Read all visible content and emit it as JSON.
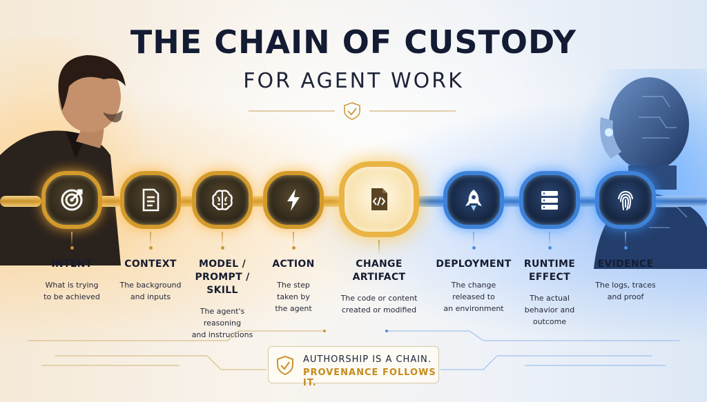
{
  "header": {
    "title": "THE CHAIN OF CUSTODY",
    "subtitle": "FOR AGENT WORK"
  },
  "colors": {
    "gold": "#d39a2c",
    "blue": "#3e82d8",
    "dark_text": "#141c34",
    "accent_text": "#c48a1c"
  },
  "steps": [
    {
      "title": "INTENT",
      "desc": [
        "What is trying",
        "to be achieved"
      ],
      "icon": "target-icon",
      "tone": "gold"
    },
    {
      "title": "CONTEXT",
      "desc": [
        "The background",
        "and inputs"
      ],
      "icon": "document-icon",
      "tone": "gold"
    },
    {
      "title": [
        "MODEL /",
        "PROMPT /",
        "SKILL"
      ],
      "desc": [
        "The agent's",
        "reasoning",
        "and instructions"
      ],
      "icon": "brain-icon",
      "tone": "gold"
    },
    {
      "title": "ACTION",
      "desc": [
        "The step",
        "taken by",
        "the agent"
      ],
      "icon": "lightning-icon",
      "tone": "gold"
    },
    {
      "title": [
        "CHANGE",
        "ARTIFACT"
      ],
      "desc": [
        "The code or content",
        "created or modified"
      ],
      "icon": "code-file-icon",
      "tone": "center"
    },
    {
      "title": "DEPLOYMENT",
      "desc": [
        "The change",
        "released to",
        "an environment"
      ],
      "icon": "rocket-icon",
      "tone": "blue"
    },
    {
      "title": [
        "RUNTIME",
        "EFFECT"
      ],
      "desc": [
        "The actual",
        "behavior and",
        "outcome"
      ],
      "icon": "server-icon",
      "tone": "blue"
    },
    {
      "title": "EVIDENCE",
      "desc": [
        "The logs, traces",
        "and proof"
      ],
      "icon": "fingerprint-icon",
      "tone": "blue"
    }
  ],
  "callout": {
    "line1": "AUTHORSHIP IS A CHAIN.",
    "line2": "PROVENANCE FOLLOWS IT."
  }
}
